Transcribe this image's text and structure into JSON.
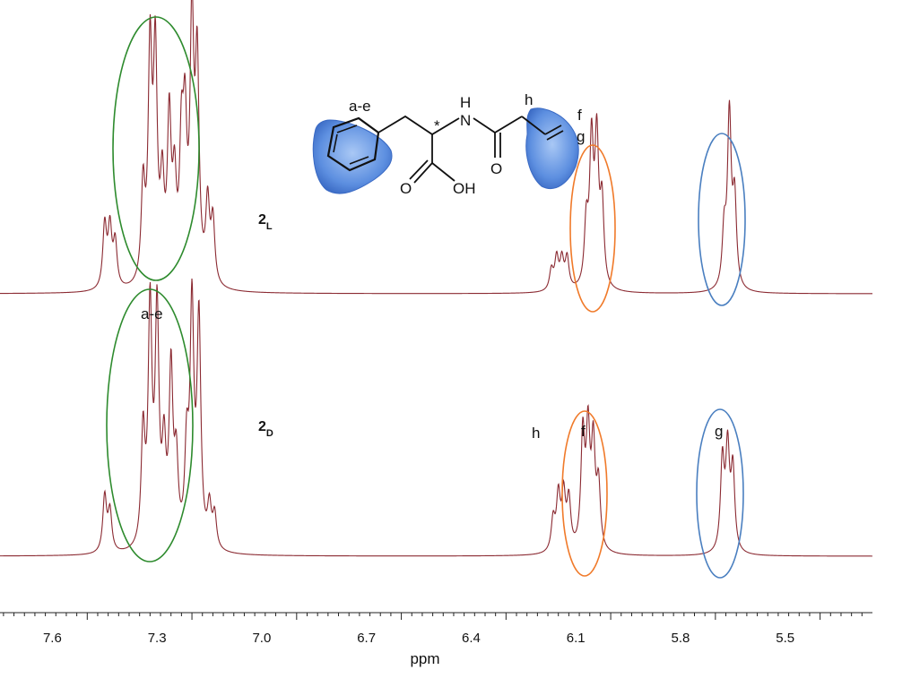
{
  "chart_data": {
    "type": "line",
    "xlabel": "ppm",
    "xlim": [
      7.75,
      5.25
    ],
    "x_reversed": true,
    "x_ticks": [
      "7.6",
      "7.3",
      "7.0",
      "6.7",
      "6.4",
      "6.1",
      "5.8",
      "5.5"
    ],
    "series": [
      {
        "name": "2L",
        "label_main": "2",
        "label_sub": "L",
        "color": "#8b2a32",
        "peaks": [
          {
            "ppm": 7.45,
            "height": 0.28
          },
          {
            "ppm": 7.435,
            "height": 0.26
          },
          {
            "ppm": 7.42,
            "height": 0.2
          },
          {
            "ppm": 7.34,
            "height": 0.42
          },
          {
            "ppm": 7.32,
            "height": 1.0
          },
          {
            "ppm": 7.305,
            "height": 0.98
          },
          {
            "ppm": 7.285,
            "height": 0.4
          },
          {
            "ppm": 7.265,
            "height": 0.7
          },
          {
            "ppm": 7.25,
            "height": 0.4
          },
          {
            "ppm": 7.23,
            "height": 0.55
          },
          {
            "ppm": 7.22,
            "height": 0.62
          },
          {
            "ppm": 7.2,
            "height": 1.12
          },
          {
            "ppm": 7.185,
            "height": 0.94
          },
          {
            "ppm": 7.155,
            "height": 0.35
          },
          {
            "ppm": 7.14,
            "height": 0.28
          },
          {
            "ppm": 6.17,
            "height": 0.09
          },
          {
            "ppm": 6.155,
            "height": 0.14
          },
          {
            "ppm": 6.14,
            "height": 0.13
          },
          {
            "ppm": 6.125,
            "height": 0.14
          },
          {
            "ppm": 6.07,
            "height": 0.27
          },
          {
            "ppm": 6.055,
            "height": 0.62
          },
          {
            "ppm": 6.04,
            "height": 0.63
          },
          {
            "ppm": 6.025,
            "height": 0.36
          },
          {
            "ppm": 5.675,
            "height": 0.24
          },
          {
            "ppm": 5.66,
            "height": 0.76
          },
          {
            "ppm": 5.645,
            "height": 0.38
          }
        ]
      },
      {
        "name": "2D",
        "label_main": "2",
        "label_sub": "D",
        "color": "#8b2a32",
        "peaks": [
          {
            "ppm": 7.45,
            "height": 0.25
          },
          {
            "ppm": 7.435,
            "height": 0.18
          },
          {
            "ppm": 7.34,
            "height": 0.5
          },
          {
            "ppm": 7.32,
            "height": 1.04
          },
          {
            "ppm": 7.3,
            "height": 1.02
          },
          {
            "ppm": 7.28,
            "height": 0.4
          },
          {
            "ppm": 7.26,
            "height": 0.76
          },
          {
            "ppm": 7.245,
            "height": 0.35
          },
          {
            "ppm": 7.215,
            "height": 0.4
          },
          {
            "ppm": 7.2,
            "height": 1.04
          },
          {
            "ppm": 7.18,
            "height": 1.0
          },
          {
            "ppm": 7.15,
            "height": 0.18
          },
          {
            "ppm": 7.135,
            "height": 0.15
          },
          {
            "ppm": 6.165,
            "height": 0.14
          },
          {
            "ppm": 6.15,
            "height": 0.24
          },
          {
            "ppm": 6.135,
            "height": 0.24
          },
          {
            "ppm": 6.12,
            "height": 0.22
          },
          {
            "ppm": 6.08,
            "height": 0.5
          },
          {
            "ppm": 6.065,
            "height": 0.5
          },
          {
            "ppm": 6.05,
            "height": 0.45
          },
          {
            "ppm": 6.035,
            "height": 0.28
          },
          {
            "ppm": 5.68,
            "height": 0.4
          },
          {
            "ppm": 5.665,
            "height": 0.44
          },
          {
            "ppm": 5.65,
            "height": 0.36
          }
        ]
      }
    ],
    "annotations": {
      "ovals": [
        {
          "spectrum": "2L",
          "region": "a-e",
          "color": "#2e8b2e"
        },
        {
          "spectrum": "2L",
          "region": "f",
          "color": "#f07a2a"
        },
        {
          "spectrum": "2L",
          "region": "g",
          "color": "#4a7fc0"
        },
        {
          "spectrum": "2D",
          "region": "a-e",
          "color": "#2e8b2e"
        },
        {
          "spectrum": "2D",
          "region": "f",
          "color": "#f07a2a"
        },
        {
          "spectrum": "2D",
          "region": "g",
          "color": "#4a7fc0"
        }
      ],
      "peak_labels": [
        "a-e",
        "h",
        "f",
        "g"
      ],
      "structure_labels": {
        "ring": "a-e",
        "stereo": "*",
        "nh": "H",
        "n": "N",
        "vinyl_h": "h",
        "vinyl_f": "f",
        "vinyl_g": "g",
        "carbonyl_o1": "O",
        "acid_o": "O",
        "acid_oh": "OH"
      }
    }
  }
}
